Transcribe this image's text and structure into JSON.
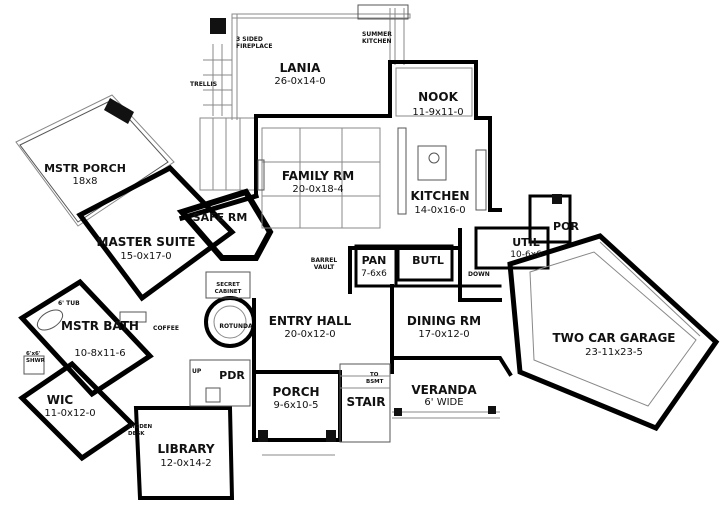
{
  "rooms": {
    "lania": {
      "name": "LANIA",
      "dim": "26-0x14-0"
    },
    "mstr_porch": {
      "name": "MSTR PORCH",
      "dim": "18x8"
    },
    "family_rm": {
      "name": "FAMILY RM",
      "dim": "20-0x18-4"
    },
    "nook": {
      "name": "NOOK",
      "dim": "11-9x11-0"
    },
    "kitchen": {
      "name": "KITCHEN",
      "dim": "14-0x16-0"
    },
    "safe_rm": {
      "name": "SAFE RM"
    },
    "master_suite": {
      "name": "MASTER SUITE",
      "dim": "15-0x17-0"
    },
    "pan": {
      "name": "PAN",
      "dim": "7-6x6"
    },
    "butl": {
      "name": "BUTL"
    },
    "util": {
      "name": "UTIL",
      "dim": "10-6x6"
    },
    "por": {
      "name": "POR"
    },
    "entry_hall": {
      "name": "ENTRY HALL",
      "dim": "20-0x12-0"
    },
    "dining_rm": {
      "name": "DINING RM",
      "dim": "17-0x12-0"
    },
    "two_car_garage": {
      "name": "TWO CAR GARAGE",
      "dim": "23-11x23-5"
    },
    "mstr_bath": {
      "name": "MSTR BATH",
      "dim": "10-8x11-6"
    },
    "wic": {
      "name": "WIC",
      "dim": "11-0x12-0"
    },
    "pdr": {
      "name": "PDR"
    },
    "porch": {
      "name": "PORCH",
      "dim": "9-6x10-5"
    },
    "stair": {
      "name": "STAIR"
    },
    "veranda": {
      "name": "VERANDA",
      "dim": "6' WIDE"
    },
    "library": {
      "name": "LIBRARY",
      "dim": "12-0x14-2"
    }
  },
  "notes": {
    "fireplace_line1": "3 SIDED",
    "fireplace_line2": "FIREPLACE",
    "summer_kitchen_line1": "SUMMER",
    "summer_kitchen_line2": "KITCHEN",
    "trellis": "TRELLIS",
    "barrel_vault_line1": "BARREL",
    "barrel_vault_line2": "VAULT",
    "secret_cabinet_line1": "SECRET",
    "secret_cabinet_line2": "CABINET",
    "rotunda": "ROTUNDA",
    "coffee": "COFFEE",
    "tub": "6' TUB",
    "shwr_line1": "6'x6'",
    "shwr_line2": "SHWR",
    "down": "DOWN",
    "up": "UP",
    "to_bsmt_line1": "TO",
    "to_bsmt_line2": "BSMT",
    "hidden_desk_line1": "HIDDEN",
    "hidden_desk_line2": "DESK"
  }
}
